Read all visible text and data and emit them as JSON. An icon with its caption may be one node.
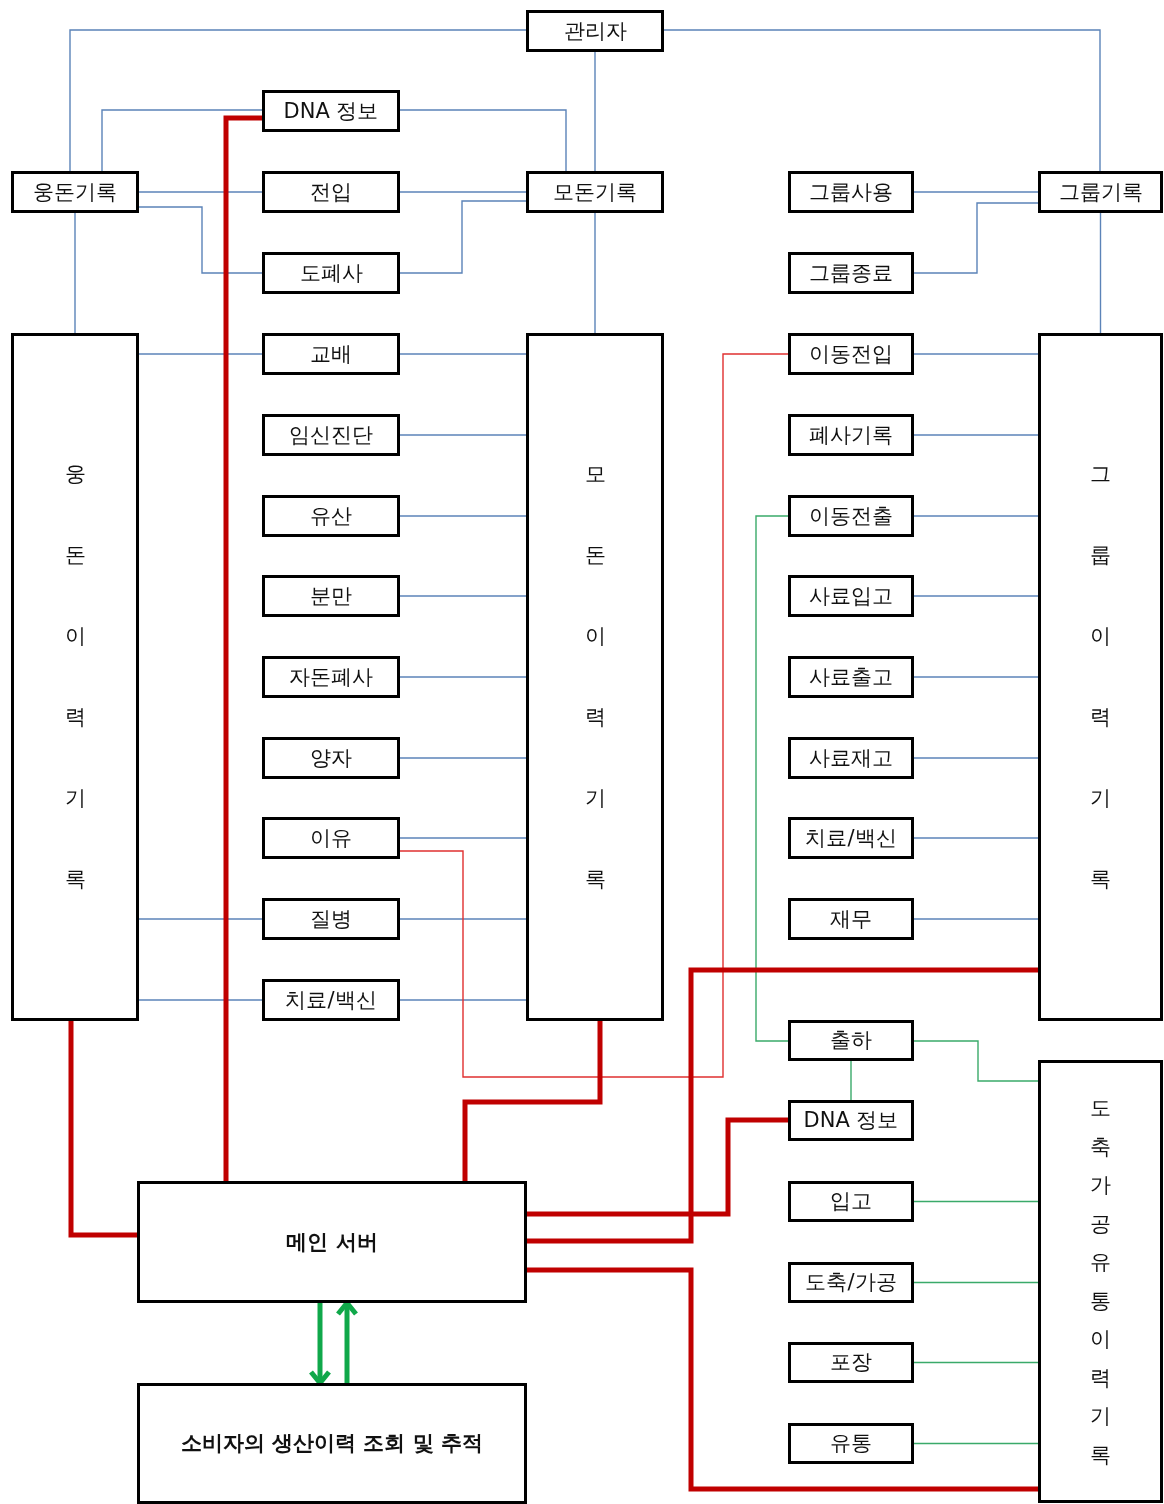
{
  "diagram": {
    "nodes": [
      {
        "text": [
          "관리자"
        ]
      },
      {
        "text": [
          "DNA 정보"
        ]
      },
      {
        "text": [
          "웅돈기록"
        ]
      },
      {
        "text": [
          "전입"
        ]
      },
      {
        "text": [
          "모돈기록"
        ]
      },
      {
        "text": [
          "그룹사용"
        ]
      },
      {
        "text": [
          "그룹기록"
        ]
      },
      {
        "text": [
          "도폐사"
        ]
      },
      {
        "text": [
          "그룹종료"
        ]
      },
      {
        "text": [
          "웅돈이력기록"
        ]
      },
      {
        "text": [
          "교배"
        ]
      },
      {
        "text": [
          "모돈이력기록"
        ]
      },
      {
        "text": [
          "이동전입"
        ]
      },
      {
        "text": [
          "그룹이력기록"
        ]
      },
      {
        "text": [
          "임신진단"
        ]
      },
      {
        "text": [
          "폐사기록"
        ]
      },
      {
        "text": [
          "유산"
        ]
      },
      {
        "text": [
          "이동전출"
        ]
      },
      {
        "text": [
          "분만"
        ]
      },
      {
        "text": [
          "사료입고"
        ]
      },
      {
        "text": [
          "자돈폐사"
        ]
      },
      {
        "text": [
          "사료출고"
        ]
      },
      {
        "text": [
          "양자"
        ]
      },
      {
        "text": [
          "사료재고"
        ]
      },
      {
        "text": [
          "이유"
        ]
      },
      {
        "text": [
          "치료/백신"
        ]
      },
      {
        "text": [
          "질병"
        ]
      },
      {
        "text": [
          "재무"
        ]
      },
      {
        "text": [
          "치료/백신"
        ]
      },
      {
        "text": [
          "출하"
        ]
      },
      {
        "text": [
          "도축가공유통이력기록"
        ]
      },
      {
        "text": [
          "DNA 정보"
        ]
      },
      {
        "text": [
          "메인 서버"
        ]
      },
      {
        "text": [
          "입고"
        ]
      },
      {
        "text": [
          "도축/가공"
        ]
      },
      {
        "text": [
          "포장"
        ]
      },
      {
        "text": [
          "소비자의 생산이력 조회 및 추적"
        ]
      },
      {
        "text": [
          "유통"
        ]
      }
    ],
    "edges": [
      {
        "from": 0,
        "to": 2,
        "arrow": "none"
      },
      {
        "from": 0,
        "to": 4,
        "arrow": "none"
      },
      {
        "from": 0,
        "to": 6,
        "arrow": "none"
      },
      {
        "from": 1,
        "to": 2,
        "arrow": "none"
      },
      {
        "from": 1,
        "to": 4,
        "arrow": "none"
      },
      {
        "from": 2,
        "to": 3,
        "arrow": "none"
      },
      {
        "from": 3,
        "to": 4,
        "arrow": "none"
      },
      {
        "from": 2,
        "to": 7,
        "arrow": "none"
      },
      {
        "from": 7,
        "to": 4,
        "arrow": "none"
      },
      {
        "from": 2,
        "to": 9,
        "arrow": "none"
      },
      {
        "from": 4,
        "to": 11,
        "arrow": "none"
      },
      {
        "from": 5,
        "to": 6,
        "arrow": "none"
      },
      {
        "from": 8,
        "to": 6,
        "arrow": "none"
      },
      {
        "from": 6,
        "to": 13,
        "arrow": "none"
      },
      {
        "from": 9,
        "to": 10,
        "arrow": "none"
      },
      {
        "from": 10,
        "to": 11,
        "arrow": "none"
      },
      {
        "from": 14,
        "to": 11,
        "arrow": "none"
      },
      {
        "from": 16,
        "to": 11,
        "arrow": "none"
      },
      {
        "from": 18,
        "to": 11,
        "arrow": "none"
      },
      {
        "from": 20,
        "to": 11,
        "arrow": "none"
      },
      {
        "from": 22,
        "to": 11,
        "arrow": "none"
      },
      {
        "from": 24,
        "to": 11,
        "arrow": "none"
      },
      {
        "from": 9,
        "to": 26,
        "arrow": "none"
      },
      {
        "from": 26,
        "to": 11,
        "arrow": "none"
      },
      {
        "from": 9,
        "to": 28,
        "arrow": "none"
      },
      {
        "from": 28,
        "to": 11,
        "arrow": "none"
      },
      {
        "from": 12,
        "to": 13,
        "arrow": "none"
      },
      {
        "from": 15,
        "to": 13,
        "arrow": "none"
      },
      {
        "from": 17,
        "to": 13,
        "arrow": "none"
      },
      {
        "from": 19,
        "to": 13,
        "arrow": "none"
      },
      {
        "from": 21,
        "to": 13,
        "arrow": "none"
      },
      {
        "from": 23,
        "to": 13,
        "arrow": "none"
      },
      {
        "from": 25,
        "to": 13,
        "arrow": "none"
      },
      {
        "from": 27,
        "to": 13,
        "arrow": "none"
      },
      {
        "from": 17,
        "to": 29,
        "arrow": "none",
        "color": "#3aaa6a"
      },
      {
        "from": 29,
        "to": 30,
        "arrow": "none",
        "color": "#3aaa6a"
      },
      {
        "from": 29,
        "to": 31,
        "arrow": "none",
        "color": "#3aaa6a"
      },
      {
        "from": 33,
        "to": 30,
        "arrow": "none",
        "color": "#3aaa6a"
      },
      {
        "from": 34,
        "to": 30,
        "arrow": "none",
        "color": "#3aaa6a"
      },
      {
        "from": 35,
        "to": 30,
        "arrow": "none",
        "color": "#3aaa6a"
      },
      {
        "from": 37,
        "to": 30,
        "arrow": "none",
        "color": "#3aaa6a"
      },
      {
        "from": 32,
        "to": 36,
        "arrow": "to",
        "style": "thick",
        "color": "#10a84a"
      },
      {
        "from": 36,
        "to": 32,
        "arrow": "to",
        "style": "thick",
        "color": "#10a84a"
      },
      {
        "from": 24,
        "to": 12,
        "arrow": "none",
        "color": "#e03030"
      },
      {
        "from": 9,
        "to": 32,
        "arrow": "none",
        "style": "thick",
        "color": "#c00000"
      },
      {
        "from": 1,
        "to": 32,
        "arrow": "none",
        "style": "thick",
        "color": "#c00000"
      },
      {
        "from": 11,
        "to": 32,
        "arrow": "none",
        "style": "thick",
        "color": "#c00000"
      },
      {
        "from": 13,
        "to": 32,
        "arrow": "none",
        "style": "thick",
        "color": "#c00000"
      },
      {
        "from": 31,
        "to": 32,
        "arrow": "none",
        "style": "thick",
        "color": "#c00000"
      },
      {
        "from": 30,
        "to": 32,
        "arrow": "none",
        "style": "thick",
        "color": "#c00000"
      }
    ]
  }
}
